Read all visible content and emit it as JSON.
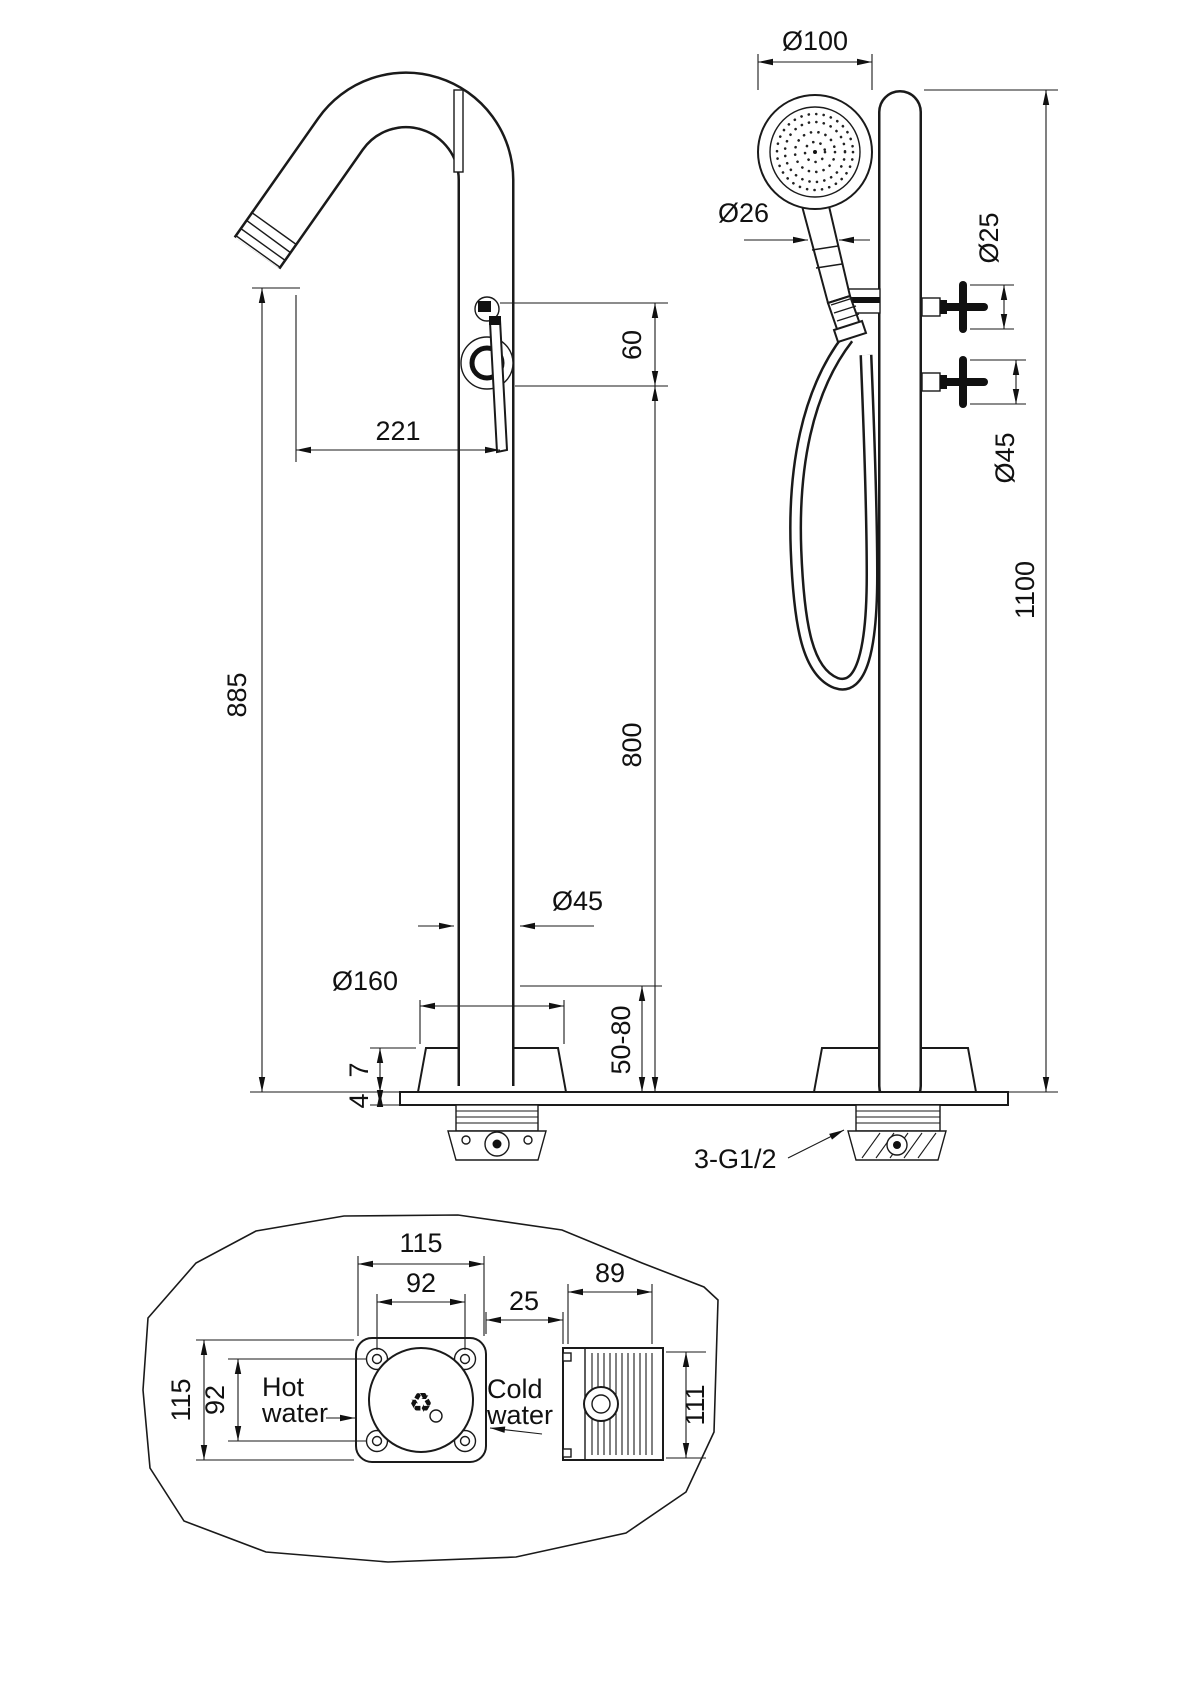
{
  "front_view": {
    "d221": "221",
    "d60": "60",
    "d885": "885",
    "d800": "800",
    "d45": "Ø45",
    "d160": "Ø160",
    "d50_80": "50-80",
    "d7": "7",
    "d4": "4"
  },
  "side_view": {
    "d100": "Ø100",
    "d26": "Ø26",
    "d25": "Ø25",
    "d45": "Ø45",
    "d1100": "1100",
    "thread": "3-G1/2"
  },
  "plan_view": {
    "d115_top": "115",
    "d92_top": "92",
    "d25_gap": "25",
    "d89": "89",
    "d115_side": "115",
    "d92_side": "92",
    "d111": "111",
    "hot_line1": "Hot",
    "hot_line2": "water",
    "cold_line1": "Cold",
    "cold_line2": "water",
    "recycle_icon": "♻"
  }
}
